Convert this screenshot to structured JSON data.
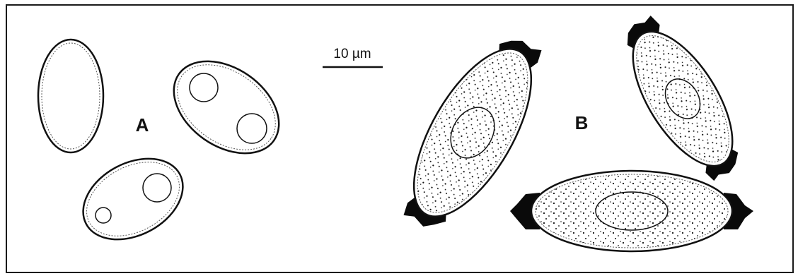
{
  "figure": {
    "panel_a_label": "A",
    "panel_b_label": "B",
    "scale_bar_label": "10 µm"
  },
  "colors": {
    "outline": "#111111",
    "cap": "#0a0a0a",
    "background": "#ffffff"
  }
}
